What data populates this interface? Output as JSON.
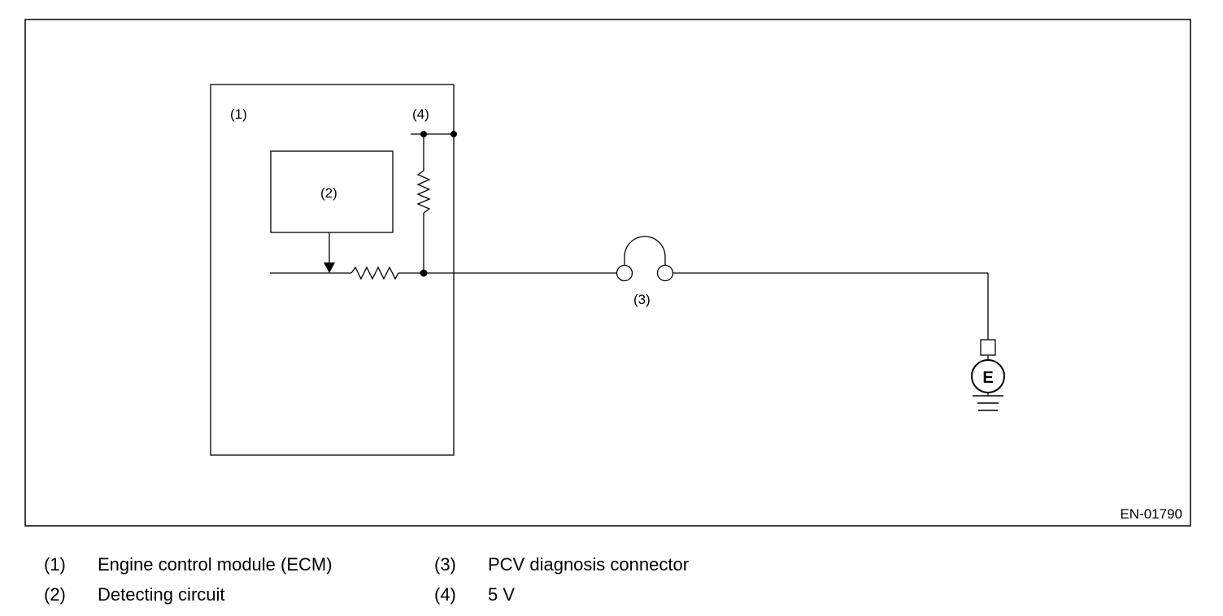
{
  "diagram": {
    "labels": {
      "ecm": "(1)",
      "detecting_circuit": "(2)",
      "connector": "(3)",
      "five_volt": "(4)",
      "ground_letter": "E"
    },
    "figure_code": "EN-01790"
  },
  "legend": [
    {
      "num": "(1)",
      "text": "Engine control module (ECM)"
    },
    {
      "num": "(2)",
      "text": "Detecting circuit"
    },
    {
      "num": "(3)",
      "text": "PCV diagnosis connector"
    },
    {
      "num": "(4)",
      "text": "5 V"
    }
  ]
}
